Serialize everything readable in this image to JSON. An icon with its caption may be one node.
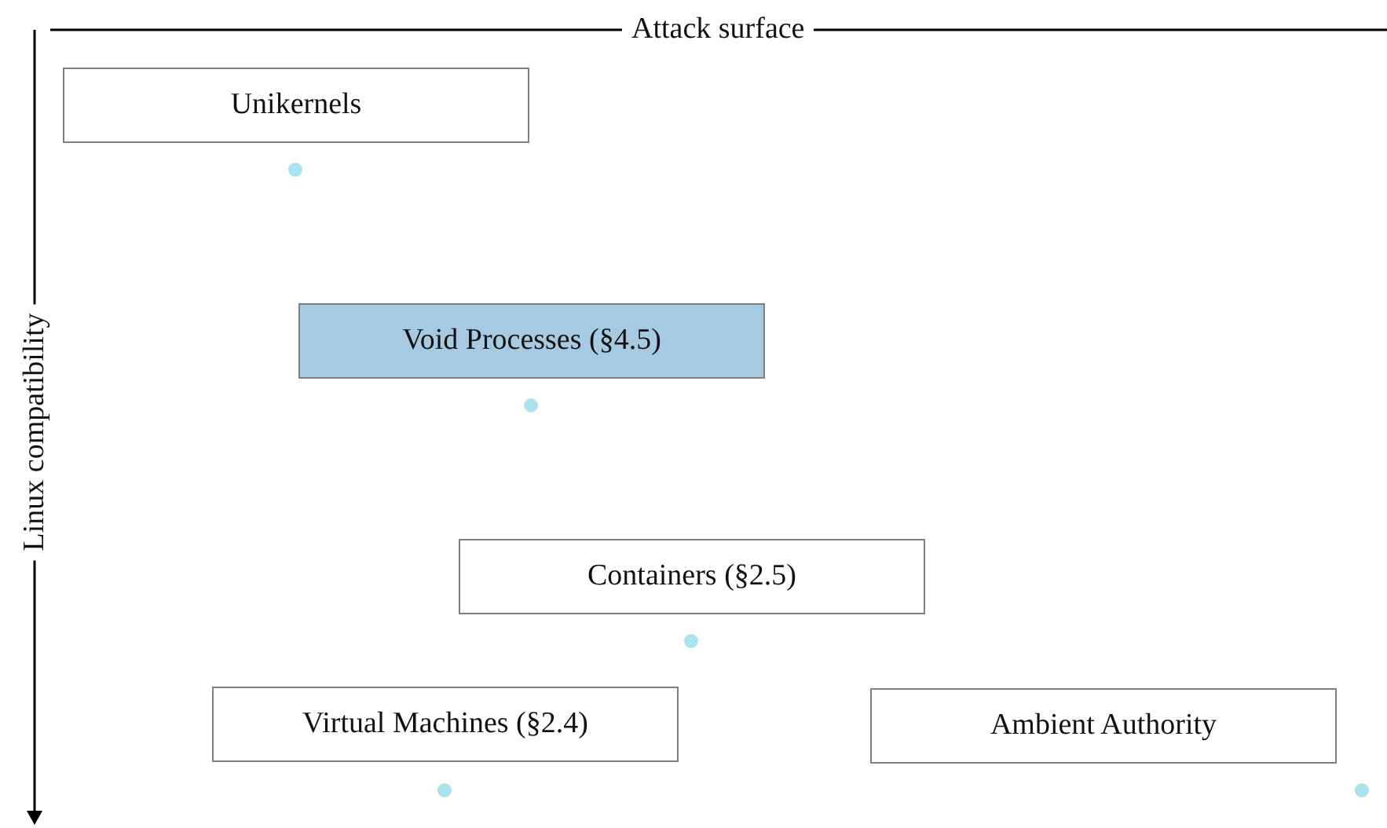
{
  "diagram": {
    "nodes": [
      {
        "text": [
          "Unikernels"
        ]
      },
      {
        "text": [
          "Void Processes (§4.5)"
        ]
      },
      {
        "text": [
          "Containers (§2.5)"
        ]
      },
      {
        "text": [
          "Virtual Machines (§2.4)"
        ]
      },
      {
        "text": [
          "Ambient Authority"
        ]
      }
    ],
    "edges": [],
    "labels": [
      "Attack surface",
      "Linux compatibility"
    ]
  }
}
